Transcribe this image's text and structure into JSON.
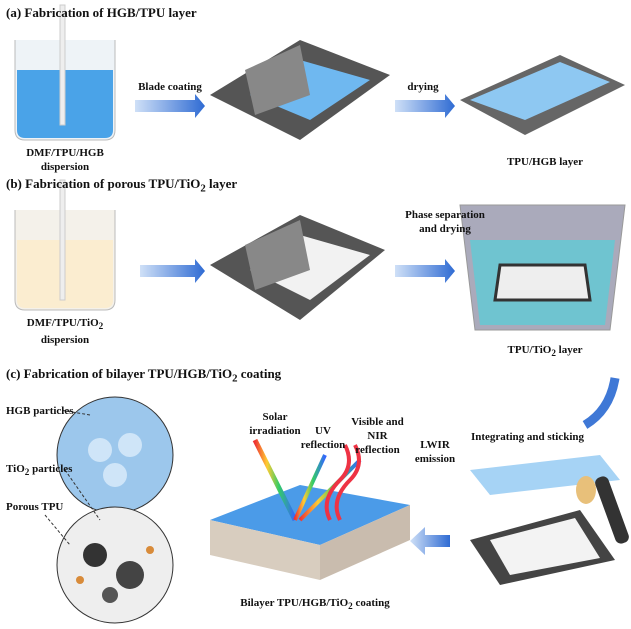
{
  "section_a": {
    "title": "(a) Fabrication of HGB/TPU layer",
    "dispersion_line1": "DMF/TPU/HGB",
    "dispersion_line2": "dispersion",
    "step1": "Blade coating",
    "step2": "drying",
    "result": "TPU/HGB layer"
  },
  "section_b": {
    "title_pre": "(b) Fabrication of porous TPU/TiO",
    "title_sub": "2",
    "title_post": " layer",
    "dispersion_pre": "DMF/TPU/TiO",
    "dispersion_sub": "2",
    "dispersion_line2": "dispersion",
    "step_line1": "Phase separation",
    "step_line2": "and drying",
    "result_pre": "TPU/TiO",
    "result_sub": "2",
    "result_post": " layer"
  },
  "section_c": {
    "title_pre": "(c) Fabrication of  bilayer TPU/HGB/TiO",
    "title_sub": "2",
    "title_post": " coating",
    "hgb": "HGB particles",
    "tio2_pre": "TiO",
    "tio2_sub": "2",
    "tio2_post": " particles",
    "porous": "Porous TPU",
    "solar1": "Solar",
    "solar2": "irradiation",
    "uv1": "UV",
    "uv2": "reflection",
    "vis1": "Visible and",
    "vis2": "NIR",
    "vis3": "reflection",
    "lwir1": "LWIR",
    "lwir2": "emission",
    "integrate": "Integrating and sticking",
    "result_pre": "Bilayer TPU/HGB/TiO",
    "result_sub": "2",
    "result_post": " coating"
  },
  "colors": {
    "blue": "#3a8fe0",
    "film": "#8ec8f2",
    "plate": "#555",
    "arrow": "#3f78d6"
  }
}
